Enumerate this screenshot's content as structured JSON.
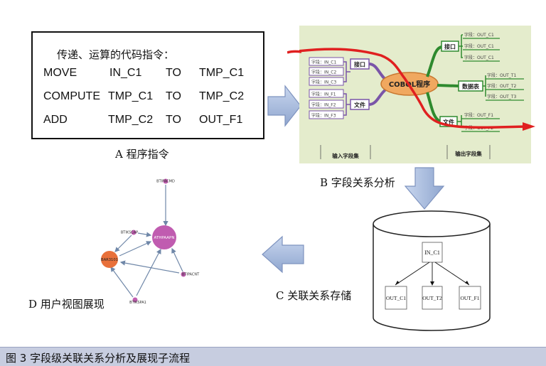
{
  "panel_a": {
    "title": "传递、运算的代码指令：",
    "rows": [
      {
        "op": "MOVE",
        "src": "IN_C1",
        "kw": "TO",
        "dst": "TMP_C1"
      },
      {
        "op": "COMPUTE",
        "src": "TMP_C1",
        "kw": "TO",
        "dst": "TMP_C2"
      },
      {
        "op": "ADD",
        "src": "TMP_C2",
        "kw": "TO",
        "dst": "OUT_F1"
      }
    ],
    "caption": "A 程序指令"
  },
  "panel_b": {
    "caption": "B 字段关系分析",
    "center": "COBOL程序",
    "branch_interface_in": "接口",
    "branch_file": "文件",
    "branch_interface_out": "接口",
    "branch_table": "数据表",
    "branch_file_out": "文件",
    "inputs_c": [
      "字段：IN_C1",
      "字段：IN_C2",
      "字段：IN_C3"
    ],
    "inputs_f": [
      "字段：IN_F1",
      "字段：IN_F2",
      "字段：IN_F3"
    ],
    "outputs_c": [
      "字段：OUT_C1",
      "字段：OUT_C1",
      "字段：OUT_C1"
    ],
    "outputs_t": [
      "字段：OUT_T1",
      "字段：OUT_T2",
      "字段：OUT_T3"
    ],
    "outputs_f": [
      "字段：OUT_F1",
      "字段：OUT_F2"
    ],
    "input_label": "输入字段集",
    "output_label": "输出字段集",
    "colors": {
      "bg": "#e4eccc",
      "center": "#f0a860",
      "branch_in": "#7a55a8",
      "branch_out": "#2e8a2e",
      "red_line": "#e02020"
    }
  },
  "panel_c": {
    "caption": "C 关联关系存储",
    "root": "IN_C1",
    "children": [
      "OUT_C1",
      "OUT_T2",
      "OUT_F1"
    ]
  },
  "panel_d": {
    "caption": "D 用户视图展现",
    "nodes": [
      "BTIPACMD",
      "ATHPAAPN",
      "BTIKSCAP",
      "BAR3101",
      "BTIPACNT",
      "BTIKSPA1"
    ]
  },
  "figure_caption": "图 3 字段级关联关系分析及展现子流程"
}
